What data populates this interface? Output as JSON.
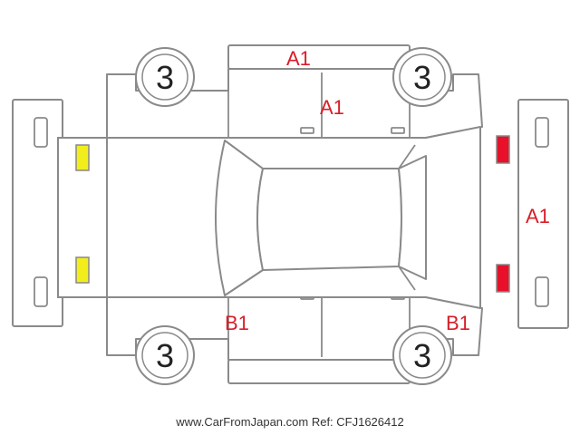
{
  "colors": {
    "outline": "#8a8a8a",
    "damage_text": "#d81e28",
    "yellow_light": "#f2ee1c",
    "red_light": "#e8102a"
  },
  "tires": {
    "front_left": "3",
    "front_right": "3",
    "rear_left": "3",
    "rear_right": "3"
  },
  "damage_marks": {
    "roof_right_side": "A1",
    "right_door": "A1",
    "rear_bumper": "A1",
    "left_front_door": "B1",
    "left_rear_quarter": "B1"
  },
  "footer": {
    "text": "www.CarFromJapan.com Ref: CFJ1626412"
  }
}
